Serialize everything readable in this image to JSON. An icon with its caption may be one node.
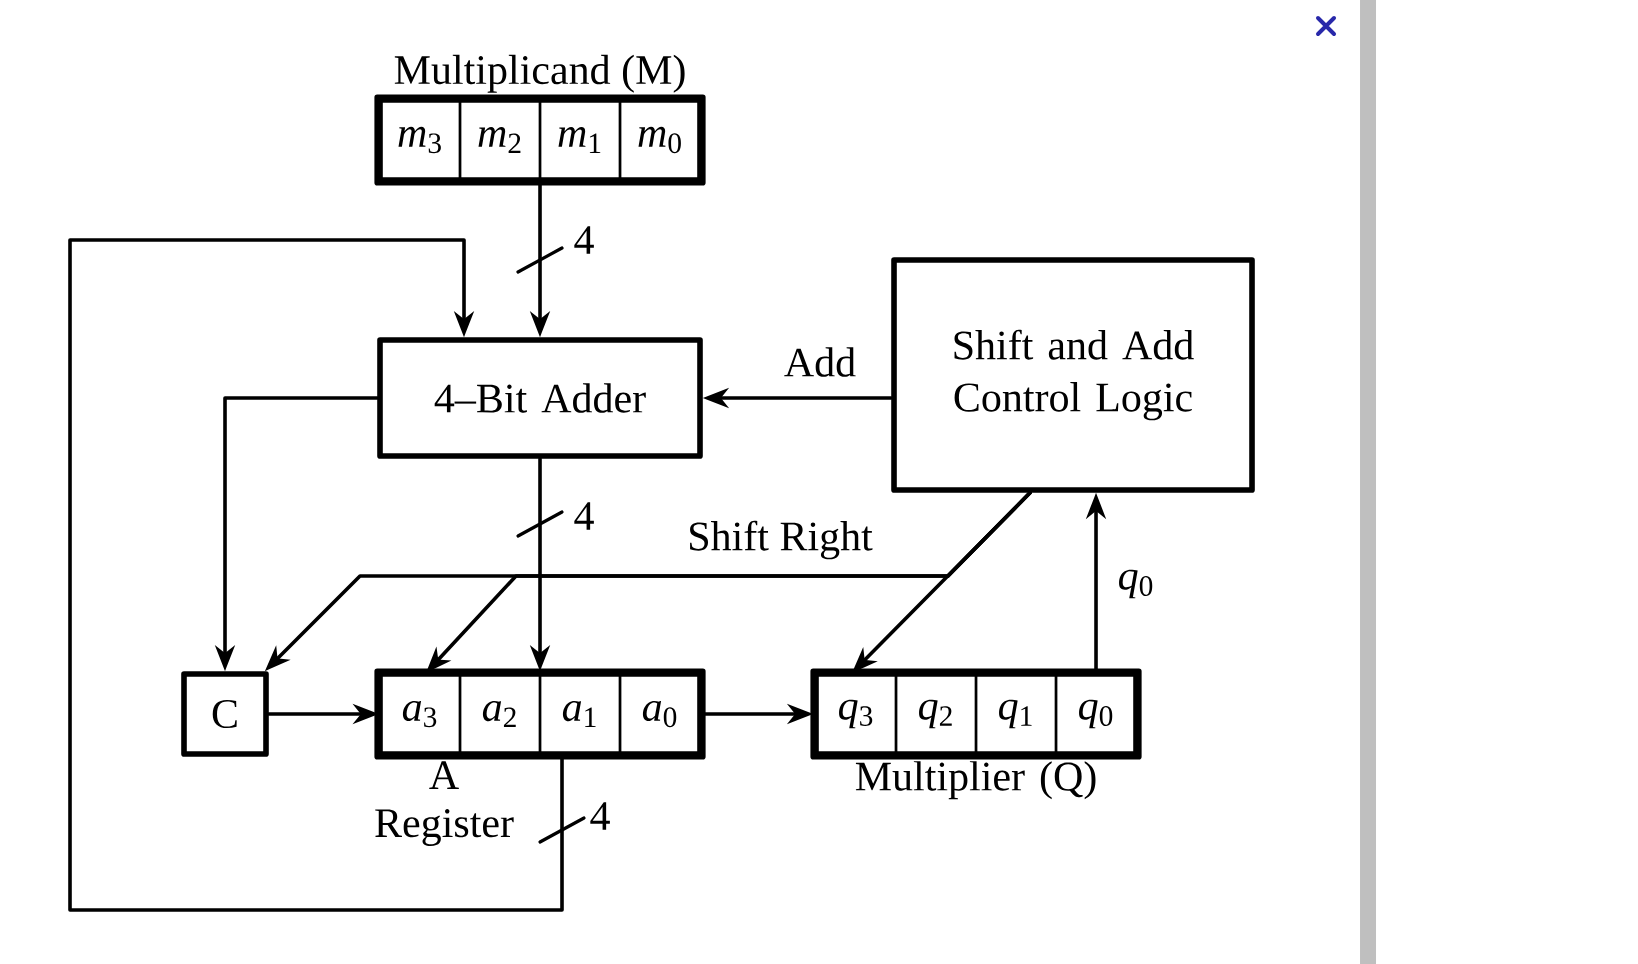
{
  "diagram": {
    "nodes": [
      {
        "text": [
          "Multiplicand (M)"
        ]
      },
      {
        "text": [
          "*m*$_{3}$"
        ],
        "in": 0
      },
      {
        "text": [
          "*m*$_{2}$"
        ],
        "in": 0
      },
      {
        "text": [
          "*m*$_{1}$"
        ],
        "in": 0
      },
      {
        "text": [
          "*m*$_{0}$"
        ],
        "in": 0
      },
      {
        "text": [
          "4–Bit Adder"
        ]
      },
      {
        "text": [
          "Shift and Add Control Logic"
        ]
      },
      {
        "text": [
          "C"
        ]
      },
      {
        "text": [
          "A Register"
        ]
      },
      {
        "text": [
          "*a*$_{3}$"
        ],
        "in": 8
      },
      {
        "text": [
          "*a*$_{2}$"
        ],
        "in": 8
      },
      {
        "text": [
          "*a*$_{1}$"
        ],
        "in": 8
      },
      {
        "text": [
          "*a*$_{0}$"
        ],
        "in": 8
      },
      {
        "text": [
          "Multiplier (Q)"
        ]
      },
      {
        "text": [
          "*q*$_{3}$"
        ],
        "in": 13
      },
      {
        "text": [
          "*q*$_{2}$"
        ],
        "in": 13
      },
      {
        "text": [
          "*q*$_{1}$"
        ],
        "in": 13
      },
      {
        "text": [
          "*q*$_{0}$"
        ],
        "in": 13
      }
    ],
    "edges": [
      {
        "from": 0,
        "to": 5,
        "arrow": "to",
        "label": "4"
      },
      {
        "from": 8,
        "to": 5,
        "arrow": "to",
        "label": "4"
      },
      {
        "from": 6,
        "to": 5,
        "arrow": "to",
        "label": "Add"
      },
      {
        "from": 5,
        "to": 7,
        "arrow": "to"
      },
      {
        "from": 5,
        "to": 8,
        "arrow": "to",
        "label": "4"
      },
      {
        "from": 6,
        "to": 7,
        "arrow": "to",
        "label": "Shift Right"
      },
      {
        "from": 6,
        "to": 9,
        "arrow": "to"
      },
      {
        "from": 6,
        "to": 14,
        "arrow": "to"
      },
      {
        "from": 7,
        "to": 9,
        "arrow": "to"
      },
      {
        "from": 8,
        "to": 13,
        "arrow": "to"
      },
      {
        "from": 17,
        "to": 6,
        "arrow": "to",
        "label": "*q*$_{0}$"
      }
    ]
  }
}
